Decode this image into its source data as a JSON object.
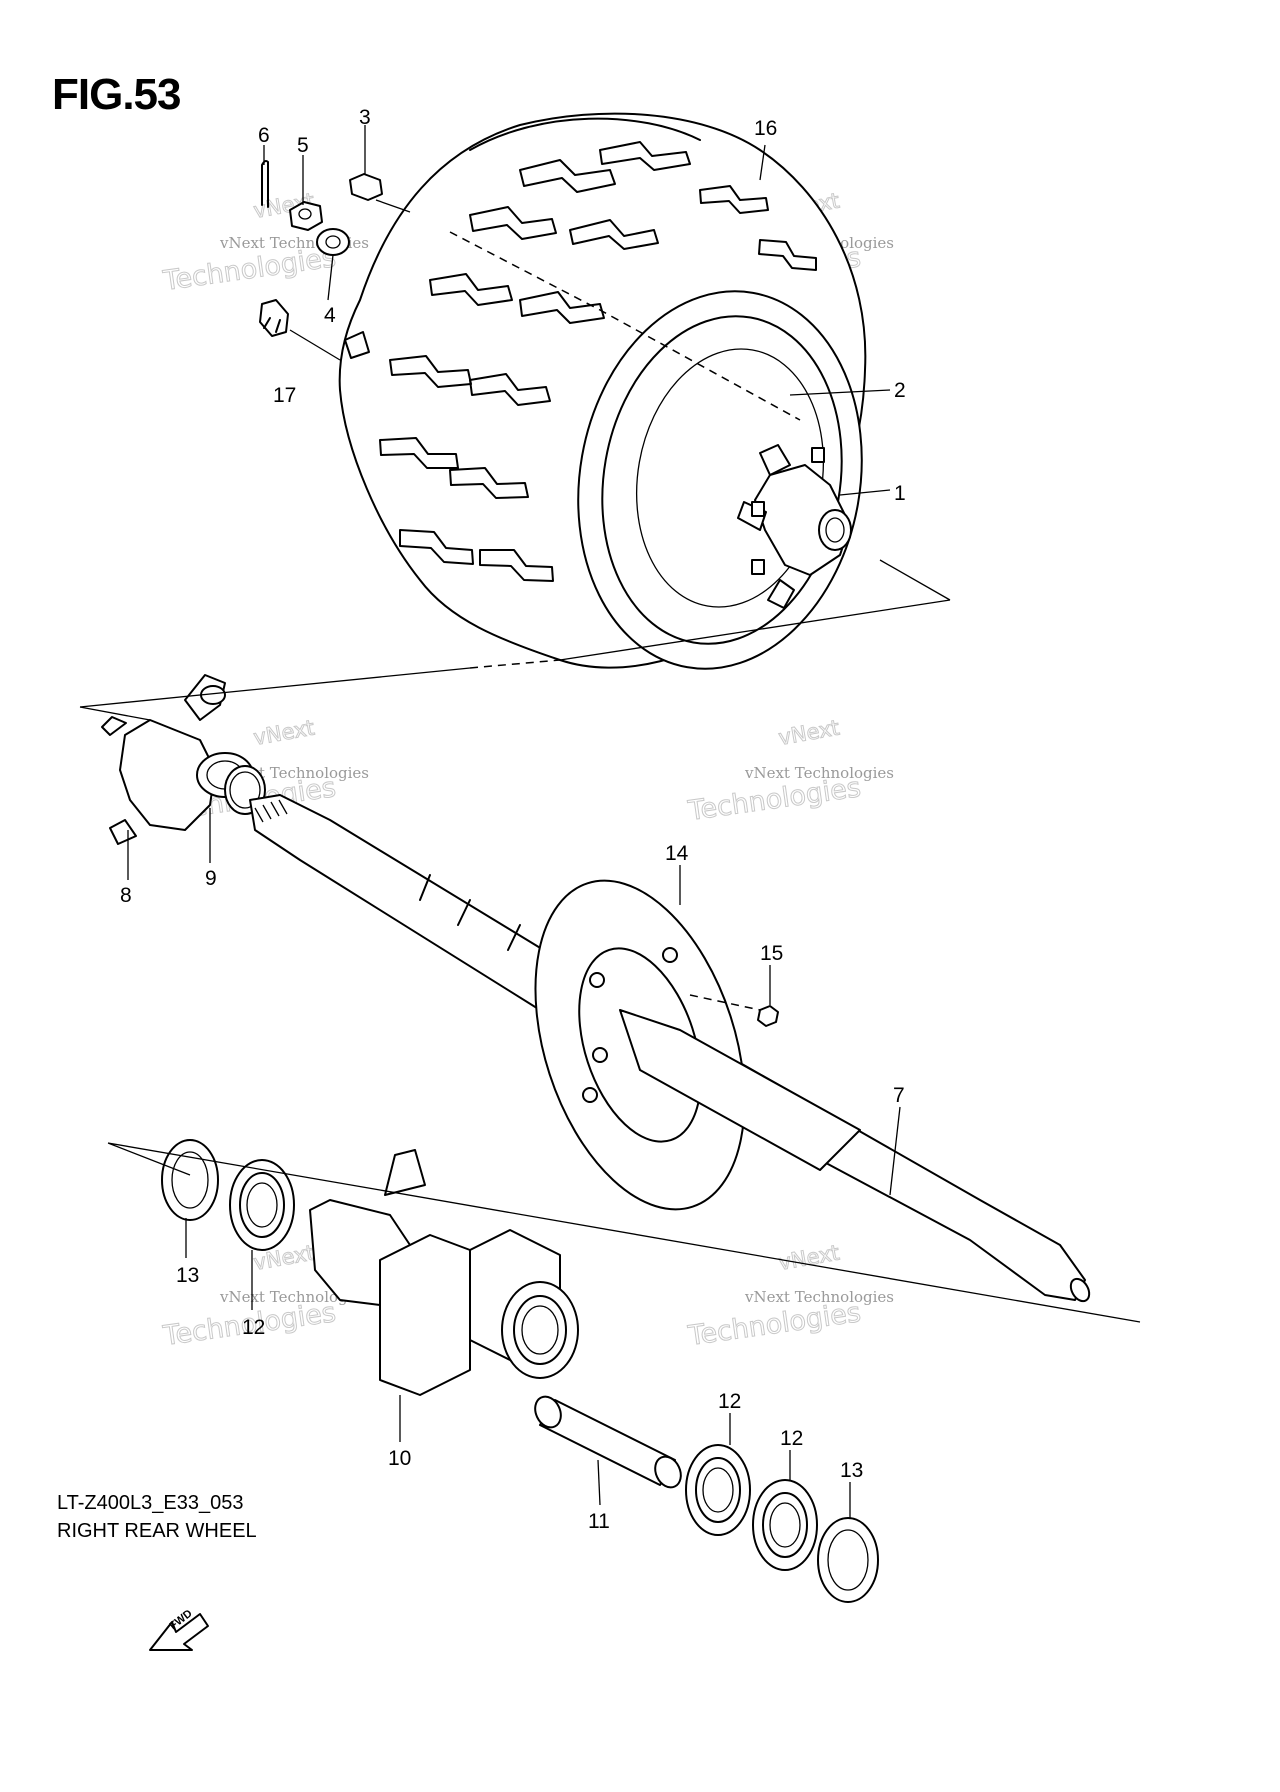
{
  "figure": {
    "title": "FIG.53",
    "code": "LT-Z400L3_E33_053",
    "name": "RIGHT REAR WHEEL"
  },
  "callouts": [
    "1",
    "2",
    "3",
    "4",
    "5",
    "6",
    "7",
    "8",
    "9",
    "10",
    "11",
    "12",
    "12",
    "12",
    "13",
    "13",
    "14",
    "15",
    "16",
    "17"
  ],
  "watermark": {
    "line1": "vNext Technologies",
    "line2": "Technologies",
    "line3": "vNext"
  },
  "fwd_label": "FWD"
}
